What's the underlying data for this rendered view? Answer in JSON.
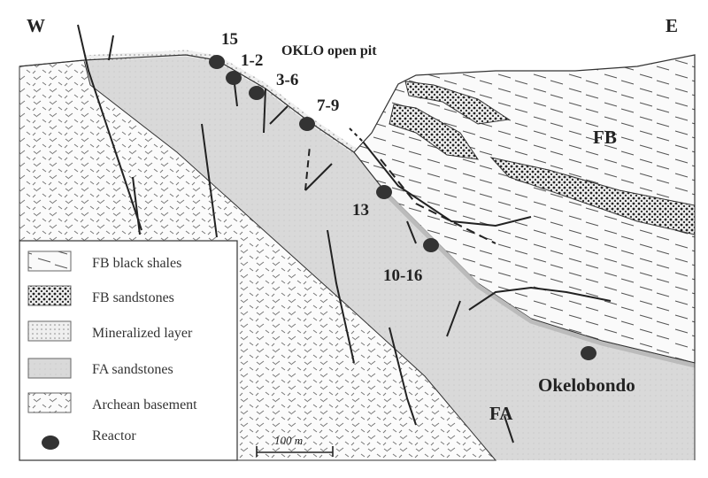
{
  "title": "OKLO open pit",
  "orientation": {
    "west": "W",
    "east": "E"
  },
  "formation_labels": {
    "fb": "FB",
    "fa": "FA",
    "okelobondo": "Okelobondo"
  },
  "reactors": [
    {
      "label": "15"
    },
    {
      "label": "1-2"
    },
    {
      "label": "3-6"
    },
    {
      "label": "7-9"
    },
    {
      "label": "13"
    },
    {
      "label": "10-16"
    },
    {
      "label": ""
    }
  ],
  "legend": [
    {
      "label": "FB black shales",
      "pattern": "shales"
    },
    {
      "label": "FB sandstones",
      "pattern": "dots-dense"
    },
    {
      "label": "Mineralized layer",
      "pattern": "dots-light"
    },
    {
      "label": "FA sandstones",
      "pattern": "grey"
    },
    {
      "label": "Archean basement",
      "pattern": "ticks"
    },
    {
      "label": "Reactor",
      "pattern": "reactor"
    }
  ],
  "scale_bar": {
    "label": "100 m"
  },
  "colors": {
    "ink": "#2a2a2a",
    "fa": "#d9d9d9",
    "reactor": "#333333"
  }
}
